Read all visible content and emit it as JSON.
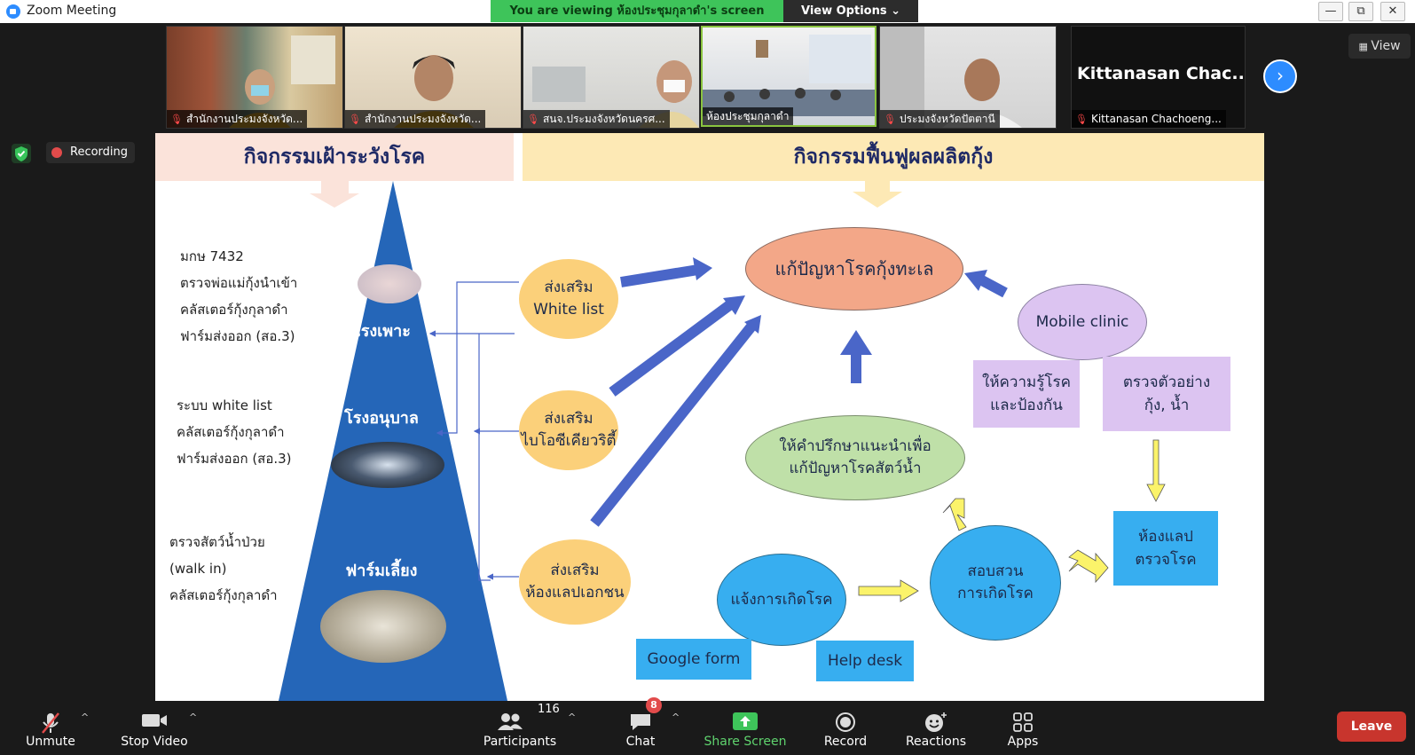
{
  "window": {
    "title": "Zoom Meeting",
    "min": "—",
    "max": "⧉",
    "close": "✕"
  },
  "banner": {
    "text": "You are viewing ห้องประชุมกุลาดำ's screen"
  },
  "view_options": {
    "label": "View Options ⌄"
  },
  "view_button": {
    "label": "View"
  },
  "recording": {
    "label": "Recording"
  },
  "participants_strip": [
    {
      "name": "สำนักงานประมงจังหวัด...",
      "muted": true
    },
    {
      "name": "สำนักงานประมงจังหวัด...",
      "muted": true
    },
    {
      "name": "สนจ.ประมงจังหวัดนครศ...",
      "muted": true
    },
    {
      "name": "ห้องประชุมกุลาดำ",
      "muted": false
    },
    {
      "name": "ประมงจังหวัดปัตตานี",
      "muted": true
    },
    {
      "name": "Kittanasan Chachoeng...",
      "muted": true
    }
  ],
  "big_name": "Kittanasan Chac...",
  "slide": {
    "header_left": "กิจกรรมเฝ้าระวังโรค",
    "header_right": "กิจกรรมฟื้นฟูผลผลิตกุ้ง",
    "notes": [
      [
        "มกษ 7432",
        "ตรวจพ่อแม่กุ้งนำเข้า",
        "คลัสเตอร์กุ้งกุลาดำ",
        "ฟาร์มส่งออก (สอ.3)"
      ],
      [
        "ระบบ white list",
        "คลัสเตอร์กุ้งกุลาดำ",
        "ฟาร์มส่งออก (สอ.3)"
      ],
      [
        "ตรวจสัตว์น้ำป่วย",
        " (walk in)",
        "คลัสเตอร์กุ้งกุลาดำ"
      ]
    ],
    "tiers": [
      "โรงเพาะ",
      "โรงอนุบาล",
      "ฟาร์มเลี้ยง"
    ],
    "promote": [
      [
        "ส่งเสริม",
        "White list"
      ],
      [
        "ส่งเสริม",
        "ไบโอซีเคียวริตี้"
      ],
      [
        "ส่งเสริม",
        "ห้องแลปเอกชน"
      ]
    ],
    "central": "แก้ปัญหาโรคกุ้งทะเล",
    "mobile_clinic": "Mobile clinic",
    "knowledge": [
      "ให้ความรู้โรค",
      "และป้องกัน"
    ],
    "sample": [
      "ตรวจตัวอย่าง",
      "กุ้ง, น้ำ"
    ],
    "advice": [
      "ให้คำปรึกษาแนะนำเพื่อ",
      "แก้ปัญหาโรคสัตว์น้ำ"
    ],
    "lab": [
      "ห้องแลป",
      "ตรวจโรค"
    ],
    "investigate": [
      "สอบสวน",
      "การเกิดโรค"
    ],
    "report": "แจ้งการเกิดโรค",
    "google_form": "Google form",
    "help_desk": "Help desk"
  },
  "toolbar": {
    "unmute": "Unmute",
    "stop_video": "Stop Video",
    "participants": "Participants",
    "participants_count": "116",
    "chat": "Chat",
    "chat_badge": "8",
    "share_screen": "Share Screen",
    "record": "Record",
    "reactions": "Reactions",
    "apps": "Apps",
    "leave": "Leave"
  },
  "colors": {
    "accent": "#2d8cff",
    "banner_green": "#3ec45a",
    "pyramid_blue": "#2566b8",
    "arrow_blue": "#4a66c8",
    "salmon": "#f3a788",
    "orange_oval": "#fbd07a",
    "lavender": "#dcc4f1",
    "green_oval": "#bfe0a8",
    "sky_blue": "#37aef0",
    "leave_red": "#c8352d"
  }
}
